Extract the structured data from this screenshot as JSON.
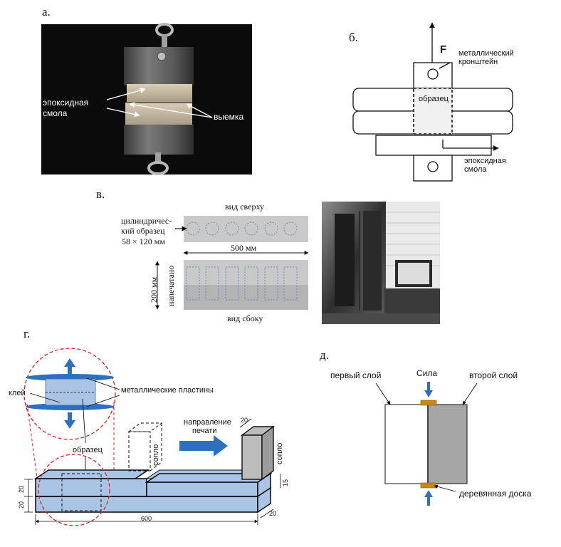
{
  "panel_a": {
    "letter": "а.",
    "label_epoxy_line1": "эпоксидная",
    "label_epoxy_line2": "смола",
    "label_notch": "выемка"
  },
  "panel_b": {
    "letter": "б.",
    "force": "F",
    "bracket_line1": "металлический",
    "bracket_line2": "кронштейн",
    "specimen": "образец",
    "epoxy_line1": "эпоксидная",
    "epoxy_line2": "смола"
  },
  "panel_v": {
    "letter": "в.",
    "top_view": "вид сверху",
    "cyl_line1": "цилиндричес-",
    "cyl_line2": "кий образец",
    "cyl_line3": "58 × 120 мм",
    "width": "500 мм",
    "height": "200 мм",
    "printed": "напечатано",
    "side_view": "вид сбоку"
  },
  "panel_g": {
    "letter": "г.",
    "glue": "клей",
    "plates": "металлические пластины",
    "specimen": "образец",
    "nozzle": "сопло",
    "direction_line1": "направление",
    "direction_line2": "печати",
    "dim_20": "20",
    "dim_15": "15",
    "dim_600": "600"
  },
  "panel_d": {
    "letter": "д.",
    "first_layer": "первый слой",
    "force": "Сила",
    "second_layer": "второй слой",
    "wood_board": "деревянная доска"
  },
  "colors": {
    "blue_arrow": "#2f6fbf",
    "specimen_blue": "#aac4e6",
    "wood": "#c8861f",
    "second_layer_gray": "#a6a6a6",
    "red_dashed": "#e02020"
  }
}
